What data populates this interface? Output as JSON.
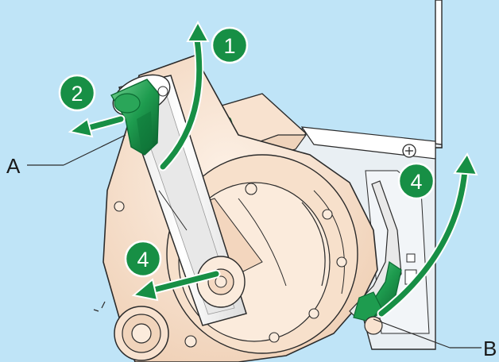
{
  "figure": {
    "callouts": {
      "a": "A",
      "b": "B"
    },
    "steps": {
      "one": "1",
      "two": "2",
      "four_left": "4",
      "four_right": "4"
    }
  },
  "colors": {
    "background": "#bfe4f7",
    "housing": "#f8e2cf",
    "housing_shade": "#ebc7aa",
    "panel": "#ffffff",
    "accent_green": "#178f45",
    "dark_green": "#0c6b33",
    "outline": "#2b2b2b"
  },
  "icons": [
    "step-marker-icon",
    "curved-arrow-icon",
    "straight-arrow-icon",
    "screw-icon"
  ]
}
